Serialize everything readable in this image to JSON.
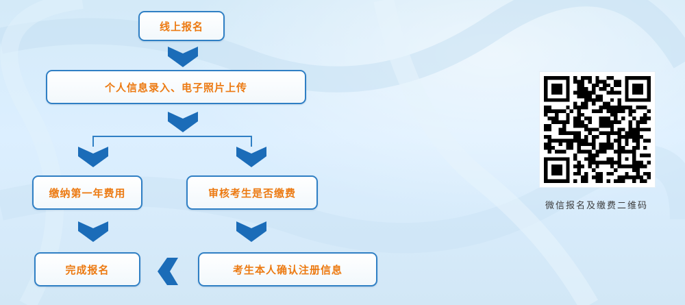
{
  "flow": {
    "step_online_signup": "线上报名",
    "step_info_entry": "个人信息录入、电子照片上传",
    "step_pay_first_year": "缴纳第一年费用",
    "step_review_payment": "审核考生是否缴费",
    "step_complete": "完成报名",
    "step_confirm_info": "考生本人确认注册信息"
  },
  "qr": {
    "caption": "微信报名及缴费二维码",
    "icon": "qr-code"
  },
  "colors": {
    "box_border": "#2f7fc4",
    "box_text": "#ec7a12",
    "arrow": "#1b6cb8",
    "background": "#d8ecf8"
  }
}
